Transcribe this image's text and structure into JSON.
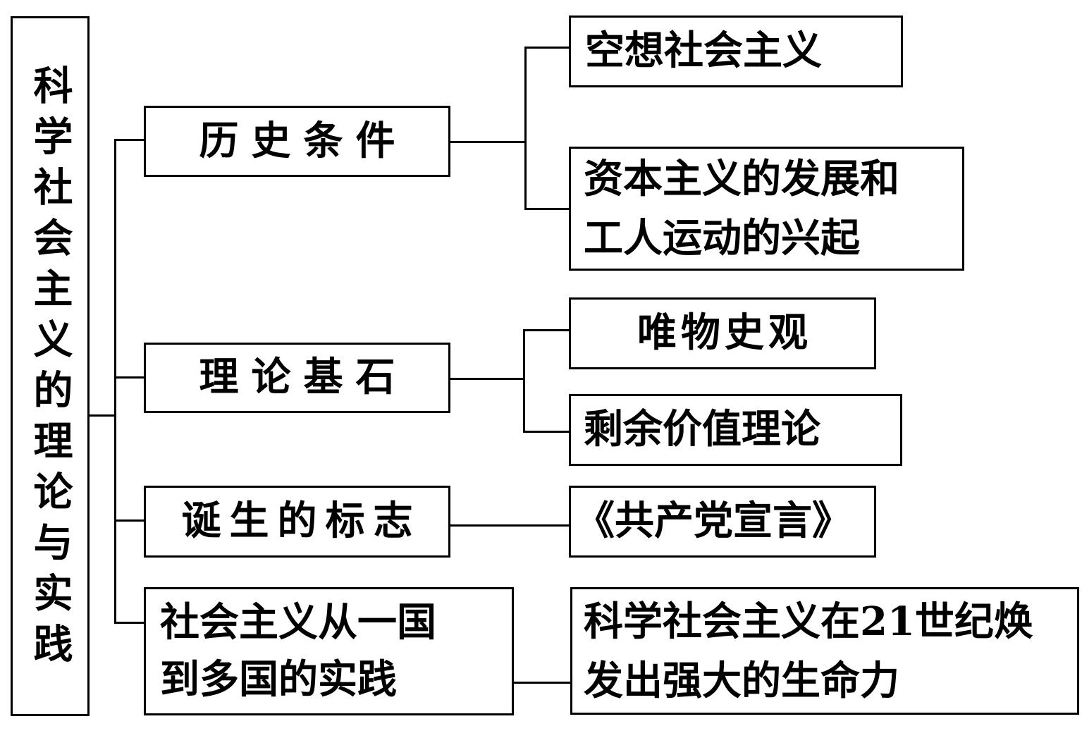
{
  "diagram": {
    "root": {
      "label": "科学社会主义的理论与实践"
    },
    "branches": [
      {
        "label": "历史条件",
        "children": [
          {
            "label": "空想社会主义"
          },
          {
            "label": "资本主义的发展和\n工人运动的兴起"
          }
        ]
      },
      {
        "label": "理论基石",
        "children": [
          {
            "label": "唯物史观"
          },
          {
            "label": "剩余价值理论"
          }
        ]
      },
      {
        "label": "诞生的标志",
        "children": [
          {
            "label": "《共产党宣言》"
          }
        ]
      },
      {
        "label": "社会主义从一国\n到多国的实践",
        "children": [
          {
            "label": "科学社会主义在21世纪焕\n发出强大的生命力"
          }
        ]
      }
    ]
  }
}
